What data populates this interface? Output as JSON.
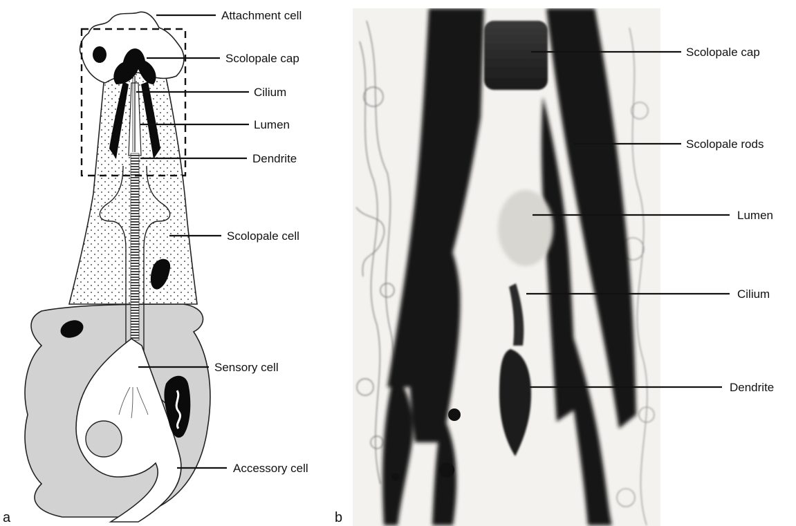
{
  "panels": {
    "a": {
      "letter": "a",
      "labels": {
        "attachment_cell": "Attachment cell",
        "scolopale_cap": "Scolopale cap",
        "cilium": "Cilium",
        "lumen": "Lumen",
        "dendrite": "Dendrite",
        "scolopale_cell": "Scolopale cell",
        "sensory_cell": "Sensory cell",
        "accessory_cell": "Accessory cell"
      }
    },
    "b": {
      "letter": "b",
      "labels": {
        "scolopale_cap": "Scolopale cap",
        "scolopale_rods": "Scolopale rods",
        "lumen": "Lumen",
        "cilium": "Cilium",
        "dendrite": "Dendrite"
      }
    }
  },
  "colors": {
    "cell_gray": "#d2d2d2",
    "nucleus_black": "#0b0b0b",
    "line": "#111111",
    "micrograph_bg": "#f4f2ee",
    "micrograph_dark": "#161616"
  }
}
